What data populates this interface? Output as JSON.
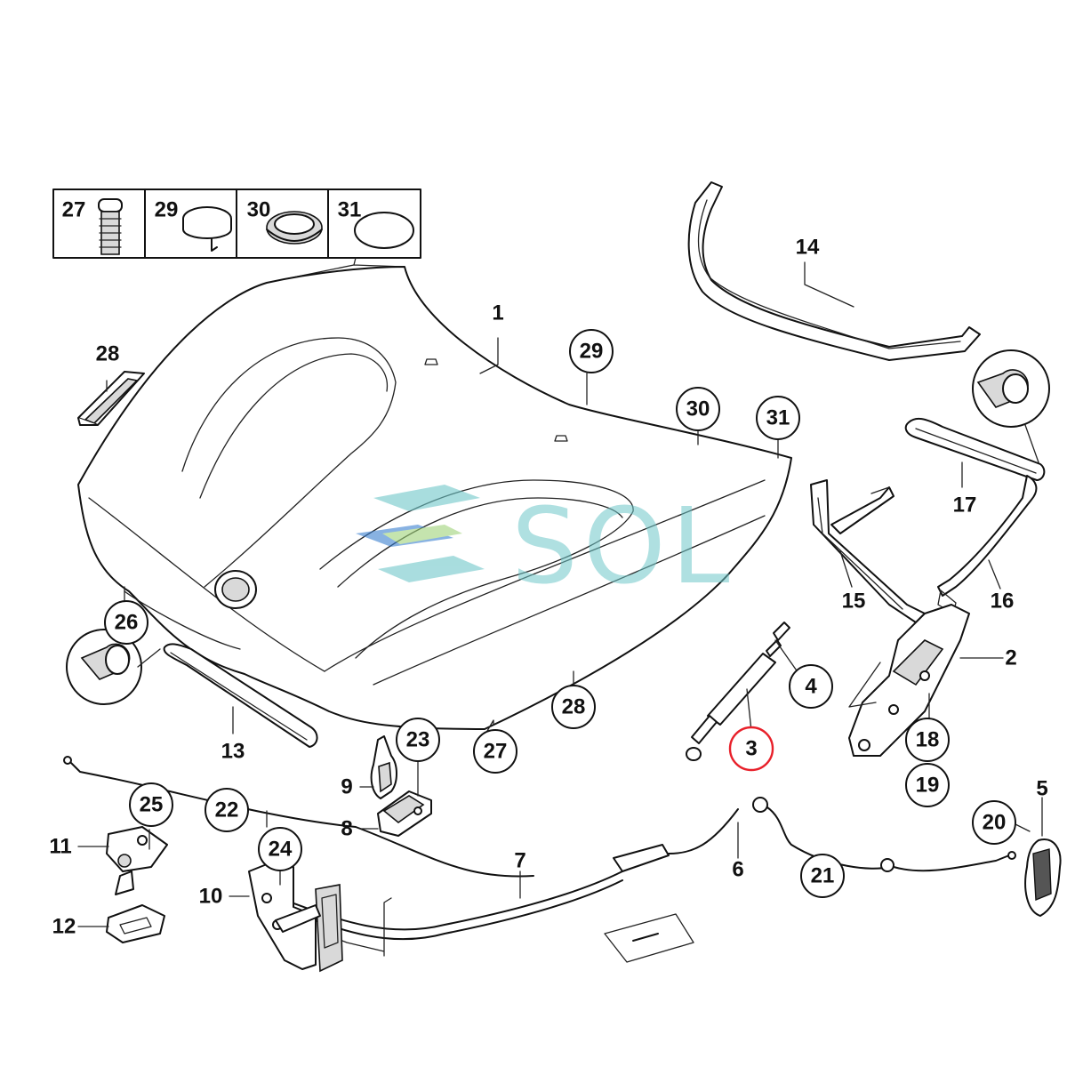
{
  "inset": {
    "cells": [
      {
        "num": "27",
        "icon": "push-clip"
      },
      {
        "num": "29",
        "icon": "clip-round"
      },
      {
        "num": "30",
        "icon": "grommet"
      },
      {
        "num": "31",
        "icon": "sealing-disc"
      }
    ]
  },
  "watermark": {
    "text": "SOL",
    "color": "#6fc7c9"
  },
  "highlight_color": "#e8202a",
  "callouts": [
    {
      "key": "c1",
      "num": "1",
      "circled": false
    },
    {
      "key": "c2",
      "num": "2",
      "circled": false
    },
    {
      "key": "c3",
      "num": "3",
      "circled": true,
      "highlighted": true
    },
    {
      "key": "c4",
      "num": "4",
      "circled": true
    },
    {
      "key": "c5",
      "num": "5",
      "circled": false
    },
    {
      "key": "c6",
      "num": "6",
      "circled": false
    },
    {
      "key": "c7",
      "num": "7",
      "circled": false
    },
    {
      "key": "c8",
      "num": "8",
      "circled": false
    },
    {
      "key": "c9",
      "num": "9",
      "circled": false
    },
    {
      "key": "c10",
      "num": "10",
      "circled": false
    },
    {
      "key": "c11",
      "num": "11",
      "circled": false
    },
    {
      "key": "c12",
      "num": "12",
      "circled": false
    },
    {
      "key": "c13",
      "num": "13",
      "circled": false
    },
    {
      "key": "c14",
      "num": "14",
      "circled": false
    },
    {
      "key": "c15",
      "num": "15",
      "circled": false
    },
    {
      "key": "c16",
      "num": "16",
      "circled": false
    },
    {
      "key": "c17",
      "num": "17",
      "circled": false
    },
    {
      "key": "c18",
      "num": "18",
      "circled": true
    },
    {
      "key": "c19",
      "num": "19",
      "circled": true
    },
    {
      "key": "c20",
      "num": "20",
      "circled": true
    },
    {
      "key": "c21",
      "num": "21",
      "circled": true
    },
    {
      "key": "c22",
      "num": "22",
      "circled": true
    },
    {
      "key": "c23",
      "num": "23",
      "circled": true
    },
    {
      "key": "c24",
      "num": "24",
      "circled": true
    },
    {
      "key": "c25",
      "num": "25",
      "circled": true
    },
    {
      "key": "c26",
      "num": "26",
      "circled": true
    },
    {
      "key": "c27",
      "num": "27",
      "circled": true
    },
    {
      "key": "c28a",
      "num": "28",
      "circled": false
    },
    {
      "key": "c28b",
      "num": "28",
      "circled": true
    },
    {
      "key": "c29",
      "num": "29",
      "circled": true
    },
    {
      "key": "c30",
      "num": "30",
      "circled": true
    },
    {
      "key": "c31",
      "num": "31",
      "circled": true
    }
  ]
}
